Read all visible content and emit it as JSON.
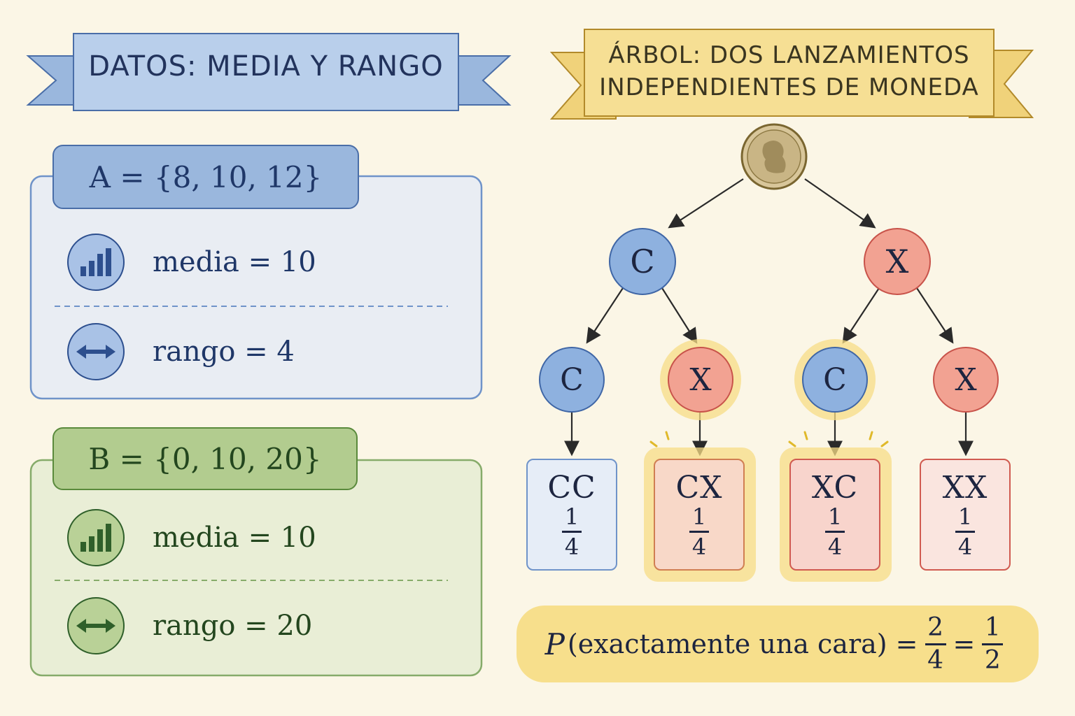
{
  "left_banner": {
    "title": "DATOS: MEDIA Y RANGO"
  },
  "right_banner": {
    "line1": "ÁRBOL: DOS LANZAMIENTOS",
    "line2": "INDEPENDIENTES DE MONEDA"
  },
  "set_a": {
    "label": "A = {8, 10, 12}",
    "mean_text": "media = 10",
    "range_text": "rango = 4",
    "color": "#2d4f8e"
  },
  "set_b": {
    "label": "B = {0, 10, 20}",
    "mean_text": "media = 10",
    "range_text": "rango = 20",
    "color": "#2f5f2a"
  },
  "tree": {
    "root_icon": "coin-icon",
    "level1": [
      {
        "label": "C",
        "color": "#7aa3d6"
      },
      {
        "label": "X",
        "color": "#ef9a8c"
      }
    ],
    "level2": [
      {
        "label": "C",
        "color": "#7aa3d6"
      },
      {
        "label": "X",
        "color": "#ef9a8c"
      },
      {
        "label": "C",
        "color": "#7aa3d6"
      },
      {
        "label": "X",
        "color": "#ef9a8c"
      }
    ],
    "outcomes": [
      {
        "label": "CC",
        "num": "1",
        "den": "4",
        "highlight": false
      },
      {
        "label": "CX",
        "num": "1",
        "den": "4",
        "highlight": true
      },
      {
        "label": "XC",
        "num": "1",
        "den": "4",
        "highlight": true
      },
      {
        "label": "XX",
        "num": "1",
        "den": "4",
        "highlight": false
      }
    ]
  },
  "formula": {
    "p": "P",
    "event": "(exactamente una cara) =",
    "num1": "2",
    "den1": "4",
    "eq": "=",
    "num2": "1",
    "den2": "2"
  }
}
